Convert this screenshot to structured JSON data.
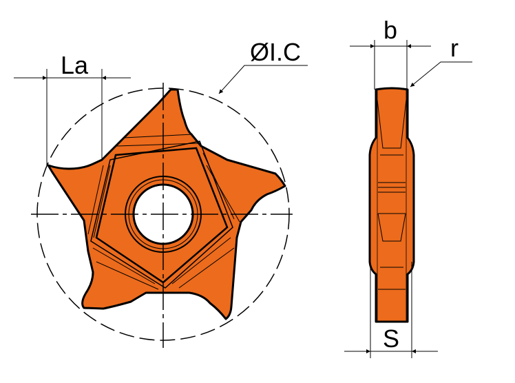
{
  "labels": {
    "la": "La",
    "ic": "ØI.C",
    "b": "b",
    "r": "r",
    "s": "S"
  },
  "colors": {
    "insert_fill": "#EC6B1C",
    "outline": "#000000",
    "background": "#FFFFFF"
  }
}
